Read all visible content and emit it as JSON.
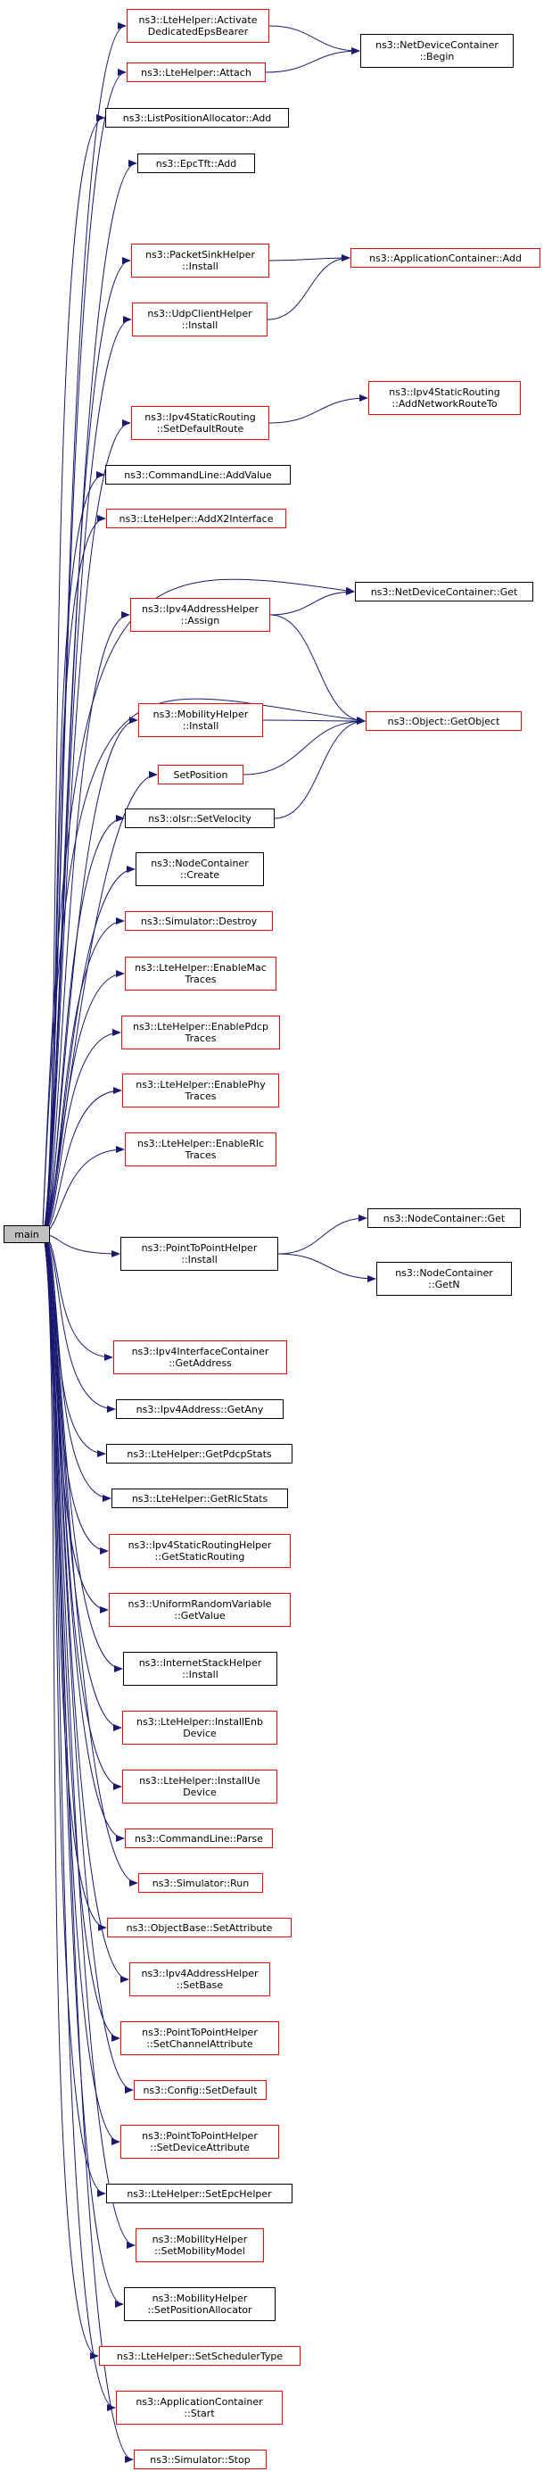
{
  "colors": {
    "edge": "#191970",
    "border_linked": "#ff0000",
    "border_plain": "#000000",
    "root_fill": "#bfbfbf"
  },
  "root": {
    "label": "main"
  },
  "callees": [
    {
      "id": "c1",
      "label": "ns3::LteHelper::Activate\nDedicatedEpsBearer",
      "linked": true
    },
    {
      "id": "c2",
      "label": "ns3::LteHelper::Attach",
      "linked": true
    },
    {
      "id": "c3",
      "label": "ns3::ListPositionAllocator::Add",
      "linked": false
    },
    {
      "id": "c4",
      "label": "ns3::EpcTft::Add",
      "linked": false
    },
    {
      "id": "c5",
      "label": "ns3::PacketSinkHelper\n::Install",
      "linked": true
    },
    {
      "id": "c6",
      "label": "ns3::UdpClientHelper\n::Install",
      "linked": true
    },
    {
      "id": "c7",
      "label": "ns3::Ipv4StaticRouting\n::SetDefaultRoute",
      "linked": true
    },
    {
      "id": "c8",
      "label": "ns3::CommandLine::AddValue",
      "linked": false
    },
    {
      "id": "c9",
      "label": "ns3::LteHelper::AddX2Interface",
      "linked": true
    },
    {
      "id": "c10",
      "label": "ns3::Ipv4AddressHelper\n::Assign",
      "linked": true
    },
    {
      "id": "c11",
      "label": "ns3::MobilityHelper\n::Install",
      "linked": true
    },
    {
      "id": "c12",
      "label": "SetPosition",
      "linked": true
    },
    {
      "id": "c13",
      "label": "ns3::olsr::SetVelocity",
      "linked": false
    },
    {
      "id": "c14",
      "label": "ns3::NodeContainer\n::Create",
      "linked": false
    },
    {
      "id": "c15",
      "label": "ns3::Simulator::Destroy",
      "linked": true
    },
    {
      "id": "c16",
      "label": "ns3::LteHelper::EnableMac\nTraces",
      "linked": true
    },
    {
      "id": "c17",
      "label": "ns3::LteHelper::EnablePdcp\nTraces",
      "linked": true
    },
    {
      "id": "c18",
      "label": "ns3::LteHelper::EnablePhy\nTraces",
      "linked": true
    },
    {
      "id": "c19",
      "label": "ns3::LteHelper::EnableRlc\nTraces",
      "linked": true
    },
    {
      "id": "c20",
      "label": "ns3::PointToPointHelper\n::Install",
      "linked": false
    },
    {
      "id": "c21",
      "label": "ns3::Ipv4InterfaceContainer\n::GetAddress",
      "linked": true
    },
    {
      "id": "c22",
      "label": "ns3::Ipv4Address::GetAny",
      "linked": false
    },
    {
      "id": "c23",
      "label": "ns3::LteHelper::GetPdcpStats",
      "linked": false
    },
    {
      "id": "c24",
      "label": "ns3::LteHelper::GetRlcStats",
      "linked": false
    },
    {
      "id": "c25",
      "label": "ns3::Ipv4StaticRoutingHelper\n::GetStaticRouting",
      "linked": true
    },
    {
      "id": "c26",
      "label": "ns3::UniformRandomVariable\n::GetValue",
      "linked": true
    },
    {
      "id": "c27",
      "label": "ns3::InternetStackHelper\n::Install",
      "linked": false
    },
    {
      "id": "c28",
      "label": "ns3::LteHelper::InstallEnb\nDevice",
      "linked": true
    },
    {
      "id": "c29",
      "label": "ns3::LteHelper::InstallUe\nDevice",
      "linked": true
    },
    {
      "id": "c30",
      "label": "ns3::CommandLine::Parse",
      "linked": true
    },
    {
      "id": "c31",
      "label": "ns3::Simulator::Run",
      "linked": true
    },
    {
      "id": "c32",
      "label": "ns3::ObjectBase::SetAttribute",
      "linked": true
    },
    {
      "id": "c33",
      "label": "ns3::Ipv4AddressHelper\n::SetBase",
      "linked": true
    },
    {
      "id": "c34",
      "label": "ns3::PointToPointHelper\n::SetChannelAttribute",
      "linked": true
    },
    {
      "id": "c35",
      "label": "ns3::Config::SetDefault",
      "linked": true
    },
    {
      "id": "c36",
      "label": "ns3::PointToPointHelper\n::SetDeviceAttribute",
      "linked": true
    },
    {
      "id": "c37",
      "label": "ns3::LteHelper::SetEpcHelper",
      "linked": false
    },
    {
      "id": "c38",
      "label": "ns3::MobilityHelper\n::SetMobilityModel",
      "linked": true
    },
    {
      "id": "c39",
      "label": "ns3::MobilityHelper\n::SetPositionAllocator",
      "linked": false
    },
    {
      "id": "c40",
      "label": "ns3::LteHelper::SetSchedulerType",
      "linked": true
    },
    {
      "id": "c41",
      "label": "ns3::ApplicationContainer\n::Start",
      "linked": true
    },
    {
      "id": "c42",
      "label": "ns3::Simulator::Stop",
      "linked": true
    }
  ],
  "secondary": [
    {
      "id": "s1",
      "label": "ns3::NetDeviceContainer\n::Begin",
      "linked": false
    },
    {
      "id": "s2",
      "label": "ns3::ApplicationContainer::Add",
      "linked": true
    },
    {
      "id": "s3",
      "label": "ns3::Ipv4StaticRouting\n::AddNetworkRouteTo",
      "linked": true
    },
    {
      "id": "s4",
      "label": "ns3::NetDeviceContainer::Get",
      "linked": false
    },
    {
      "id": "s5",
      "label": "ns3::Object::GetObject",
      "linked": true
    },
    {
      "id": "s6",
      "label": "ns3::NodeContainer::Get",
      "linked": false
    },
    {
      "id": "s7",
      "label": "ns3::NodeContainer\n::GetN",
      "linked": false
    }
  ],
  "edges": [
    [
      "c1",
      "s1"
    ],
    [
      "c2",
      "s1"
    ],
    [
      "c5",
      "s2"
    ],
    [
      "c6",
      "s2"
    ],
    [
      "c7",
      "s3"
    ],
    [
      "c10",
      "s4"
    ],
    [
      "c10",
      "s5"
    ],
    [
      "c11",
      "s5"
    ],
    [
      "c12",
      "s5"
    ],
    [
      "c13",
      "s5"
    ],
    [
      "c20",
      "s6"
    ],
    [
      "c20",
      "s7"
    ]
  ]
}
